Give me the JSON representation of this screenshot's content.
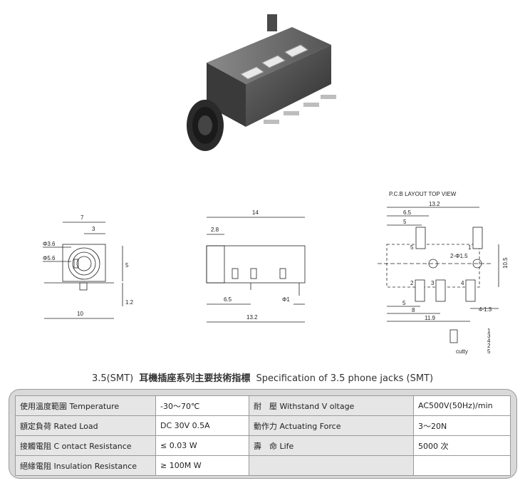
{
  "drawing_labels": {
    "front": {
      "w7": "7",
      "w3": "3",
      "d36": "Φ3.6",
      "d56": "Φ5.6",
      "h5": "5",
      "h12": "1.2",
      "w10": "10"
    },
    "side": {
      "w14": "14",
      "w28": "2.8",
      "w65": "6.5",
      "d1": "Φ1",
      "w132": "13.2"
    },
    "pcb": {
      "header": "P.C.B LAYOUT   TOP VIEW",
      "w132": "13.2",
      "w65": "6.5",
      "w5a": "5",
      "pin5": "5",
      "pin1": "1",
      "d15": "2-Φ1.5",
      "h105": "10.5",
      "pin2": "2",
      "pin3": "3",
      "pin4": "4",
      "w5b": "5",
      "w41": "4-1.3",
      "w8": "8",
      "w119": "11.9",
      "s1": "1",
      "s3": "3",
      "s4": "4",
      "s2": "2",
      "s5": "5",
      "cutty": "cutty"
    }
  },
  "title": {
    "prefix": "3.5(SMT)",
    "chinese": "耳機插座系列主要技術指標",
    "english": "Specification of 3.5 phone jacks (SMT)"
  },
  "spec": {
    "rows": [
      {
        "l1": "使用溫度範圍 Temperature",
        "v1": "-30～70℃",
        "l2": "耐　壓  Withstand V oltage",
        "v2": "AC500V(50Hz)/min"
      },
      {
        "l1": "額定負荷  Rated Load",
        "v1": "DC  30V  0.5A",
        "l2": "動作力  Actuating Force",
        "v2": "3～20N"
      },
      {
        "l1": "接觸電阻  C ontact Resistance",
        "v1": "≤ 0.03 W",
        "l2": "壽　命  Life",
        "v2": "5000 次"
      },
      {
        "l1": "絕緣電阻  Insulation Resistance",
        "v1": "≥ 100M W",
        "l2": "",
        "v2": ""
      }
    ]
  }
}
